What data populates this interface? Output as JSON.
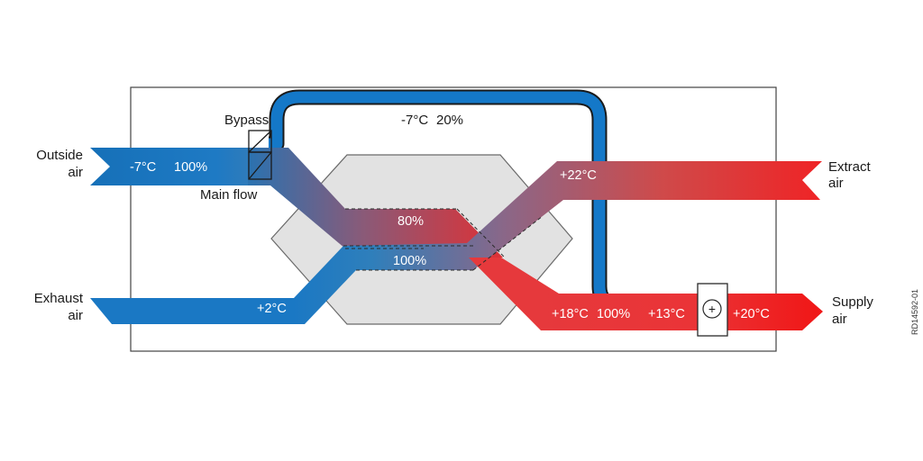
{
  "labels": {
    "outside_air": [
      "Outside",
      "air"
    ],
    "exhaust_air": [
      "Exhaust",
      "air"
    ],
    "extract_air": [
      "Extract",
      "air"
    ],
    "supply_air": [
      "Supply",
      "air"
    ],
    "bypass": "Bypass",
    "main_flow": "Main flow",
    "figure_code": "RD14592-01"
  },
  "flow_values": {
    "bypass_temp": "-7°C",
    "bypass_pct": "20%",
    "outside_temp": "-7°C",
    "outside_pct": "100%",
    "cold_through_pct": "80%",
    "warm_through_pct": "100%",
    "extract_temp": "+22°C",
    "exhaust_temp": "+2°C",
    "after_exchanger_temp": "+18°C",
    "after_exchanger_pct": "100%",
    "mixed_temp": "+13°C",
    "heater_symbol": "+",
    "supply_temp": "+20°C"
  },
  "colors": {
    "cold": "#1478c8",
    "warm": "#e8262b",
    "exchanger": "#e2e2e2"
  }
}
